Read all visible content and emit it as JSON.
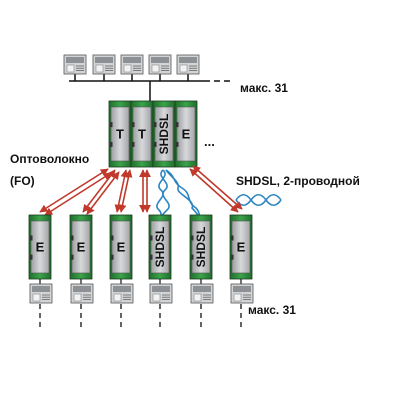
{
  "labels": {
    "max_top": "макс. 31",
    "max_bottom": "макс. 31",
    "fiber_line1": "Оптоволокно",
    "fiber_line2": "(FO)",
    "shdsl_wire": "SHDSL, 2-проводной",
    "ellipsis": "..."
  },
  "center_modules": [
    {
      "label": "T",
      "vertical": false
    },
    {
      "label": "T",
      "vertical": false
    },
    {
      "label": "SHDSL",
      "vertical": true
    },
    {
      "label": "E",
      "vertical": false
    }
  ],
  "bottom_modules": [
    {
      "label": "E",
      "vertical": false
    },
    {
      "label": "E",
      "vertical": false
    },
    {
      "label": "E",
      "vertical": false
    },
    {
      "label": "SHDSL",
      "vertical": true
    },
    {
      "label": "SHDSL",
      "vertical": true
    },
    {
      "label": "E",
      "vertical": false
    }
  ],
  "colors": {
    "module_green": "#2e8b3a",
    "module_gray": "#c4c6c8",
    "module_dark": "#6f7174",
    "fiber_arrow": "#c0392b",
    "shdsl_wire": "#2e86c1",
    "text": "#111111"
  }
}
